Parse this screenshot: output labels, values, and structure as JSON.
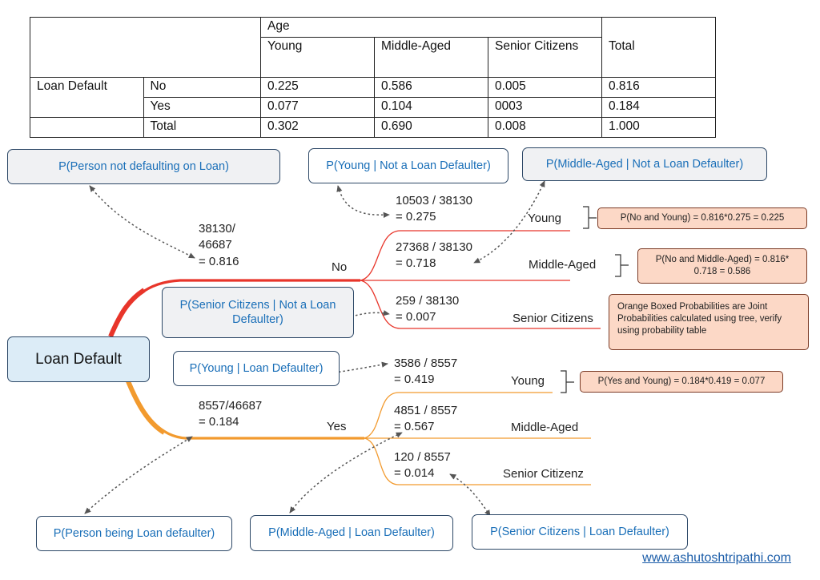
{
  "table": {
    "header_group": "Age",
    "columns": [
      "Young",
      "Middle-Aged",
      "Senior Citizens",
      "Total"
    ],
    "row_group": "Loan Default",
    "rows": [
      {
        "label": "No",
        "values": [
          "0.225",
          "0.586",
          "0.005",
          "0.816"
        ]
      },
      {
        "label": "Yes",
        "values": [
          "0.077",
          "0.104",
          "0003",
          "0.184"
        ]
      },
      {
        "label": "Total",
        "values": [
          "0.302",
          "0.690",
          "0.008",
          "1.000"
        ]
      }
    ]
  },
  "tree": {
    "root": "Loan Default",
    "branches": {
      "no": {
        "label": "No",
        "fraction_line1": "38130/",
        "fraction_line2": "46687",
        "fraction_line3": "= 0.816",
        "children": [
          {
            "label": "Young",
            "line1": "10503 / 38130",
            "line2": "= 0.275"
          },
          {
            "label": "Middle-Aged",
            "line1": "27368 / 38130",
            "line2": "= 0.718"
          },
          {
            "label": "Senior Citizens",
            "line1": "259 / 38130",
            "line2": "= 0.007"
          }
        ]
      },
      "yes": {
        "label": "Yes",
        "fraction_line1": "8557/46687",
        "fraction_line2": "= 0.184",
        "children": [
          {
            "label": "Young",
            "line1": "3586 / 8557",
            "line2": "= 0.419"
          },
          {
            "label": "Middle-Aged",
            "line1": "4851 / 8557",
            "line2": "= 0.567"
          },
          {
            "label": "Senior Citizenz",
            "line1": "120 / 8557",
            "line2": "= 0.014"
          }
        ]
      }
    }
  },
  "callouts": {
    "not_defaulting": "P(Person not defaulting on Loan)",
    "young_not_defaulter": "P(Young | Not a Loan Defaulter)",
    "middle_not_defaulter": "P(Middle-Aged | Not a Loan Defaulter)",
    "senior_not_defaulter": "P(Senior Citizens | Not a Loan Defaulter)",
    "young_defaulter": "P(Young | Loan Defaulter)",
    "being_defaulter": "P(Person being Loan defaulter)",
    "middle_defaulter": "P(Middle-Aged | Loan Defaulter)",
    "senior_defaulter": "P(Senior Citizens | Loan Defaulter)"
  },
  "joint": {
    "no_young": "P(No and Young) = 0.816*0.275 = 0.225",
    "no_middle_l1": "P(No and Middle-Aged) = 0.816*",
    "no_middle_l2": "0.718 = 0.586",
    "note": "Orange Boxed Probabilities are Joint Probabilities calculated using tree, verify using probability table",
    "yes_young": "P(Yes and Young) = 0.184*0.419 = 0.077"
  },
  "colors": {
    "no_branch": "#e8352a",
    "yes_branch": "#f29a2e",
    "box_border": "#2c4766",
    "box_text": "#1a6fb8",
    "joint_fill": "#fcd8c6",
    "root_fill": "#dcecf7"
  },
  "footer": {
    "url": "www.ashutoshtripathi.com"
  }
}
